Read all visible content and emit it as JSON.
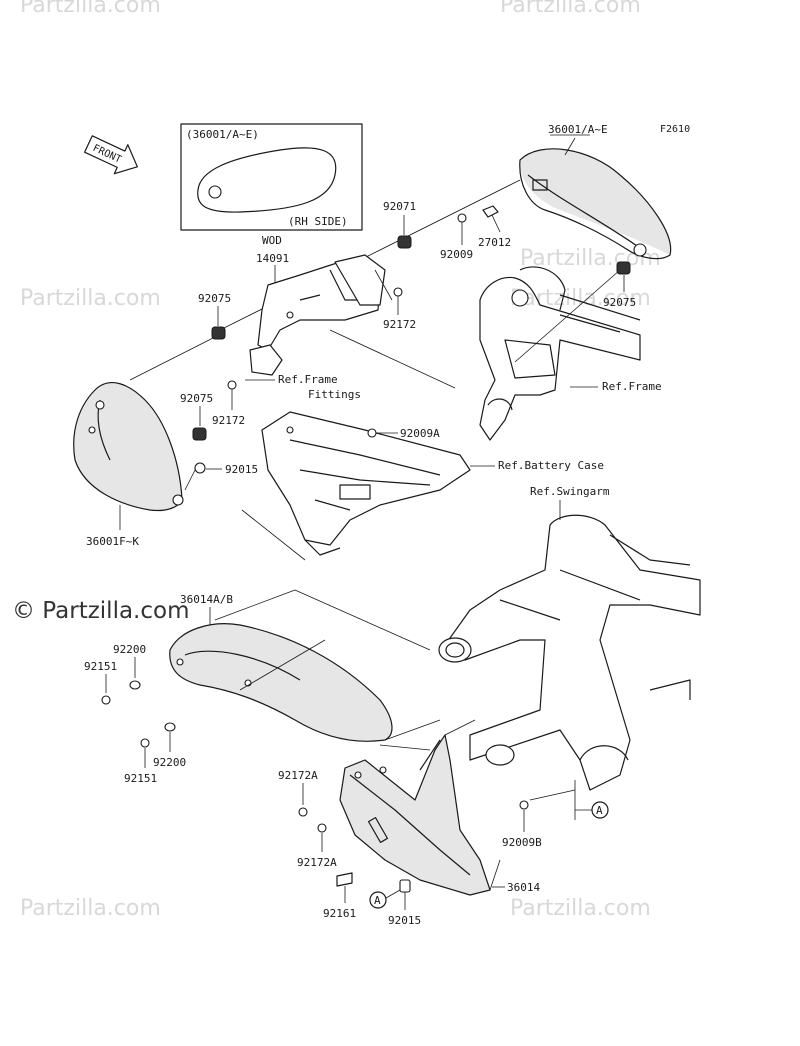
{
  "figure_code": "F2610",
  "front_arrow": "FRONT",
  "inset": {
    "part": "(36001/A~E)",
    "side": "(RH SIDE)"
  },
  "watermark": {
    "text": "Partzilla.com",
    "dark_text": "© Partzilla.com"
  },
  "labels": {
    "l36001ae": "36001/A~E",
    "l92071": "92071",
    "l27012": "27012",
    "l92009": "92009",
    "lwod": "WOD",
    "l14091": "14091",
    "l92075a": "92075",
    "l92172a": "92172",
    "l92075b": "92075",
    "lframe": "Ref.Frame",
    "lfittings1": "Ref.Frame",
    "lfittings2": "Fittings",
    "l92075c": "92075",
    "l92172b": "92172",
    "l92009a": "92009A",
    "l92015a": "92015",
    "lbattery": "Ref.Battery Case",
    "lswingarm": "Ref.Swingarm",
    "l36001fk": "36001F~K",
    "l36014ab": "36014A/B",
    "l92200a": "92200",
    "l92151a": "92151",
    "l92200b": "92200",
    "l92151b": "92151",
    "l92172aa": "92172A",
    "l92172ab": "92172A",
    "l92161": "92161",
    "l92015b": "92015",
    "l36014": "36014",
    "l92009b": "92009B",
    "marker_a1": "A",
    "marker_a2": "A"
  }
}
